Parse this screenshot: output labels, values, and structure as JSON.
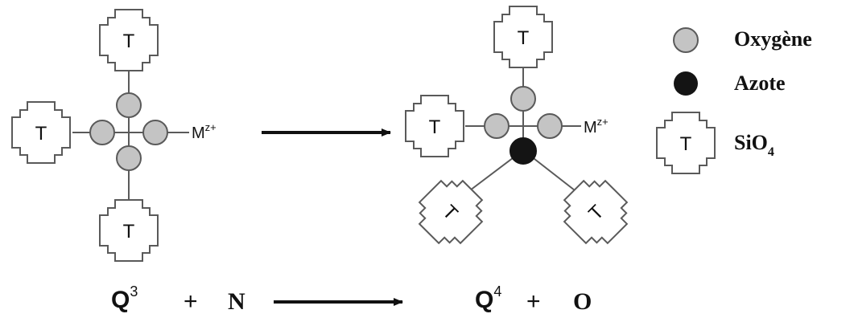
{
  "tile_label": "T",
  "metal": {
    "base": "M",
    "charge": "z+"
  },
  "legend": {
    "oxygen": "Oxygène",
    "nitrogen": "Azote",
    "silicate_base": "SiO",
    "silicate_sub": "4"
  },
  "equation": {
    "reactant_q": "Q",
    "reactant_q_sup": "3",
    "plus_1": "+",
    "nitrogen_symbol": "N",
    "product_q": "Q",
    "product_q_sup": "4",
    "plus_2": "+",
    "oxygen_symbol": "O"
  },
  "colors": {
    "oxygen_fill": "#c4c4c4",
    "nitrogen_fill": "#141414",
    "outline": "#5a5a5a",
    "arrow": "#111111"
  }
}
